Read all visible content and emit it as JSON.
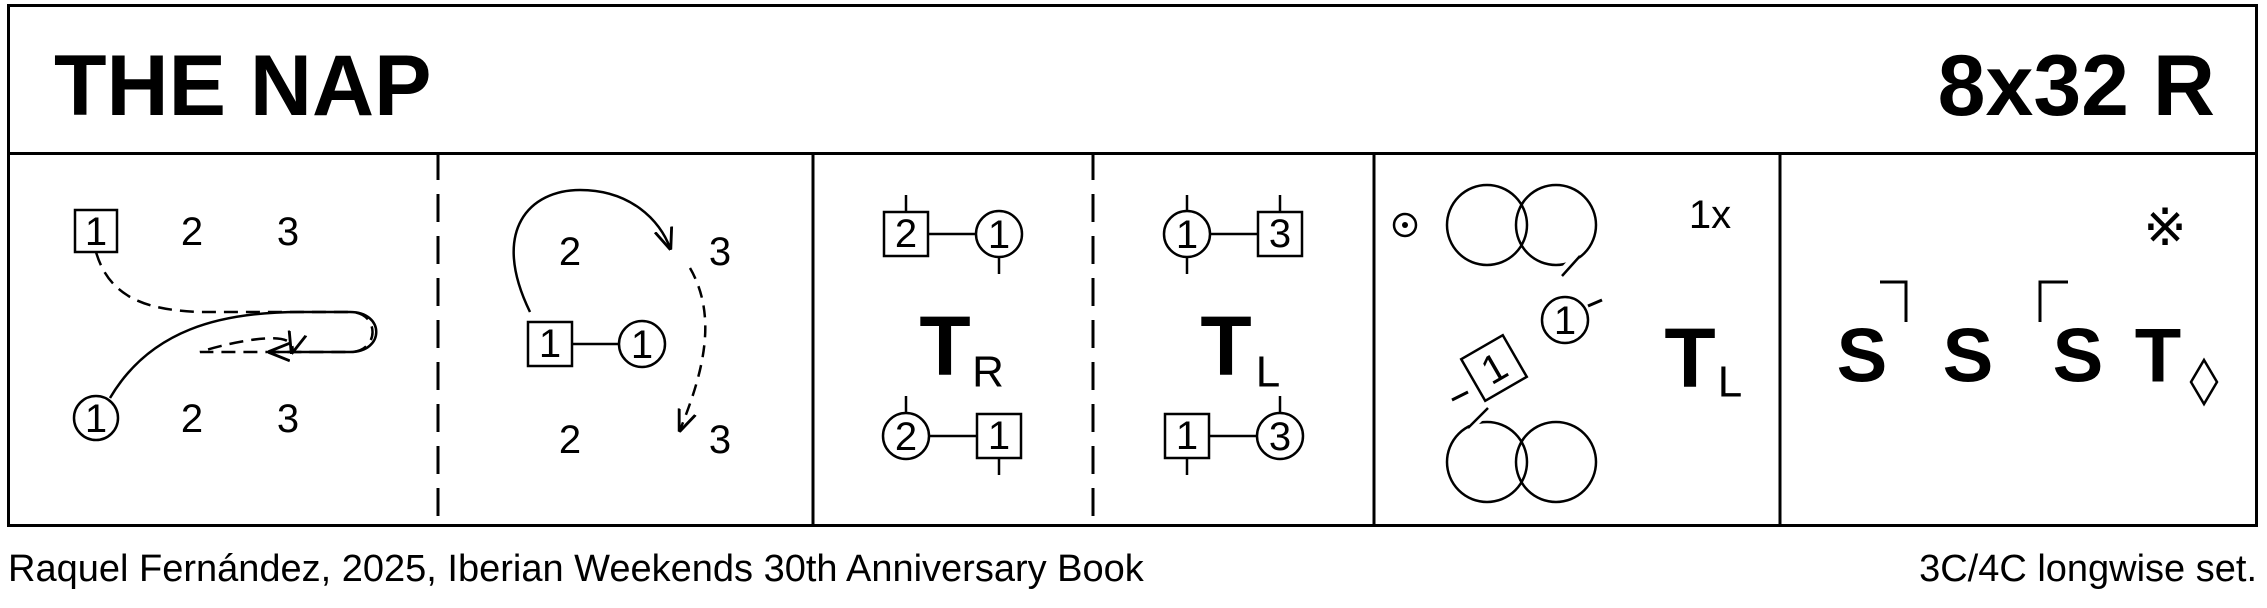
{
  "header": {
    "title": "THE NAP",
    "formation": "8x32 R"
  },
  "bars": {
    "b1": {
      "top_row": [
        "1",
        "2",
        "3"
      ],
      "bottom_row": [
        "1",
        "2",
        "3"
      ]
    },
    "b2": {
      "top_row": [
        "2",
        "3"
      ],
      "middle": [
        "1",
        "1"
      ],
      "bottom_row": [
        "2",
        "3"
      ]
    },
    "b3": {
      "top_pair": [
        "2",
        "1"
      ],
      "symbol": "T",
      "sub": "R",
      "bottom_pair": [
        "2",
        "1"
      ]
    },
    "b4": {
      "top_pair": [
        "1",
        "3"
      ],
      "symbol": "T",
      "sub": "L",
      "bottom_pair": [
        "1",
        "3"
      ]
    },
    "b5": {
      "times": "1x",
      "box": "1",
      "circle": "1",
      "symbol": "T",
      "sub": "L"
    },
    "b6": {
      "s1": "S",
      "s2": "S",
      "s3": "S",
      "t": "T",
      "mark": "※"
    }
  },
  "footer": {
    "credit": "Raquel Fernández, 2025, Iberian Weekends 30th Anniversary Book",
    "set": "3C/4C longwise set."
  }
}
